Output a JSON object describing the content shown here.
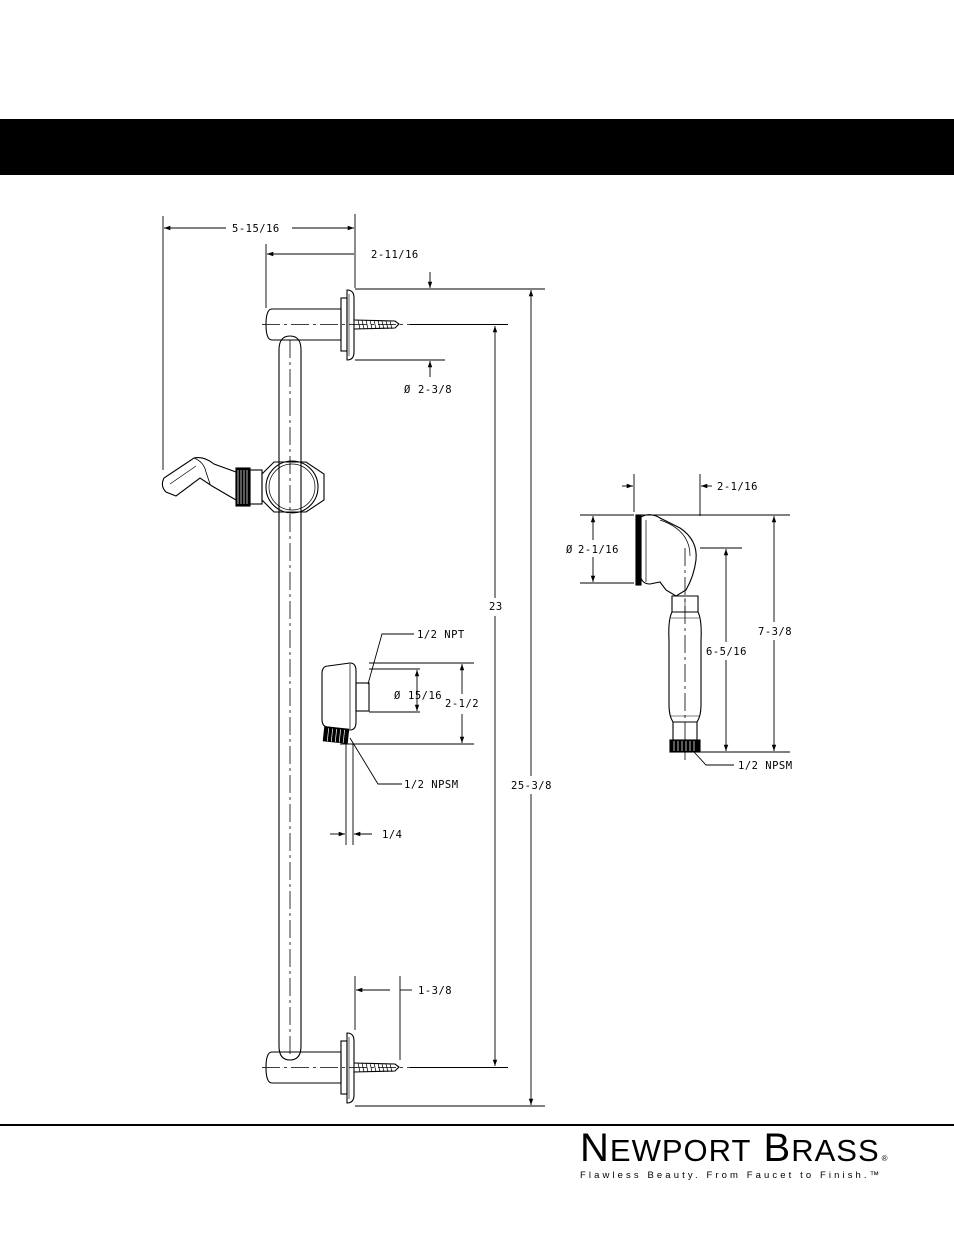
{
  "dimensions": {
    "overall_width": "5-15/16",
    "offset": "2-11/16",
    "flange_dia": "2-3/8",
    "center_spacing": "23",
    "overall_height": "25-3/8",
    "screw_length": "1-3/8",
    "outlet_npt": "1/2 NPT",
    "outlet_dia": "15/16",
    "outlet_height": "2-1/2",
    "outlet_npsm": "1/2 NPSM",
    "outlet_thread": "1/4",
    "hand_width": "2-1/16",
    "hand_face_dia": "2-1/16",
    "hand_inner_len": "6-5/16",
    "hand_length": "7-3/8",
    "hand_npsm": "1/2 NPSM",
    "dia_symbol": "Ø"
  },
  "brand": {
    "name_N": "N",
    "name_ewp": "EWP",
    "name_o": "O",
    "name_rt": "RT",
    "name_B": "B",
    "name_rass": "RASS",
    "registered": "®",
    "tagline": "Flawless Beauty. From Faucet to Finish.™"
  }
}
